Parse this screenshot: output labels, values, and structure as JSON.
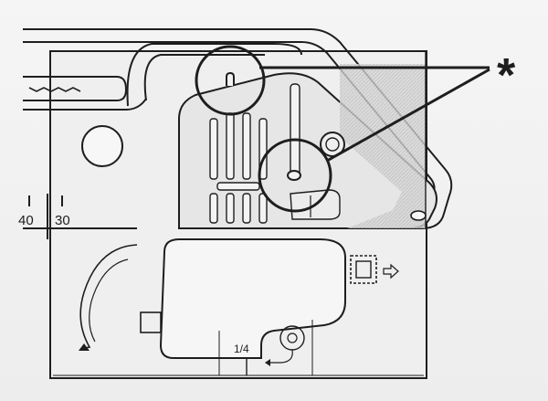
{
  "figure": {
    "callout_marker": "*",
    "scale_labels": [
      "40",
      "30"
    ],
    "bottom_mark": "1/4"
  },
  "colors": {
    "ink": "#1e1e1e",
    "plate_fill": "#e4e4e4",
    "plate_shade": "#cfcfcf",
    "paper": "#f4f4f4"
  }
}
